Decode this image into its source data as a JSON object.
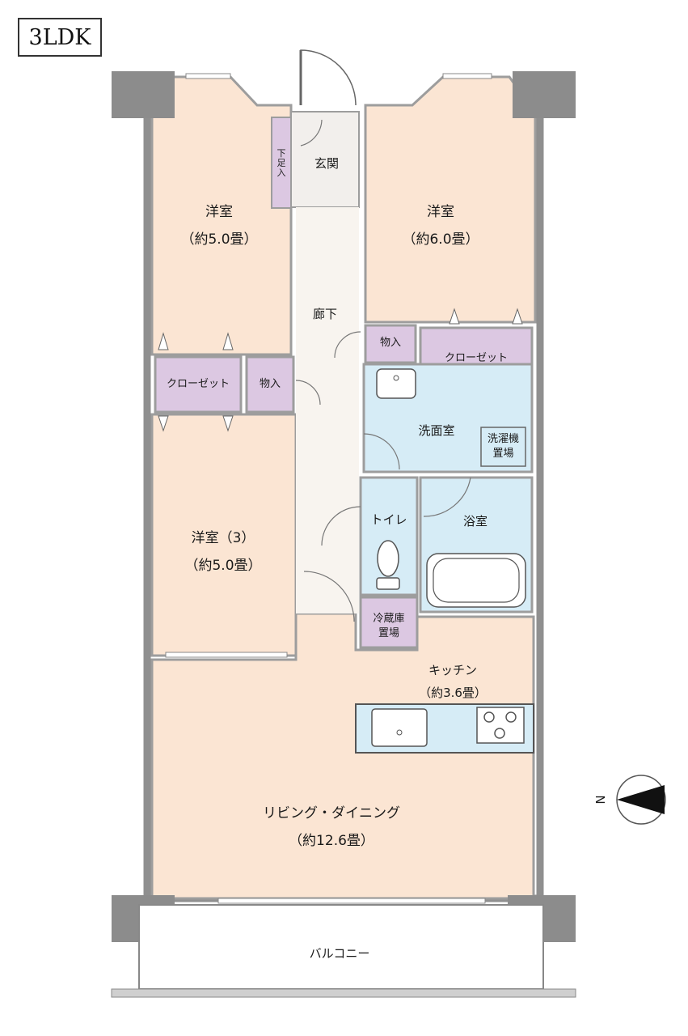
{
  "layout_type": "3LDK",
  "compass": {
    "label": "N"
  },
  "rooms": {
    "genkan": "玄関",
    "getabako": "下足入",
    "western_room_1": {
      "name": "洋室",
      "size": "（約5.0畳）"
    },
    "western_room_2": {
      "name": "洋室",
      "size": "（約6.0畳）"
    },
    "western_room_3": {
      "name": "洋室（3）",
      "size": "（約5.0畳）"
    },
    "corridor": "廊下",
    "storage_1": "物入",
    "storage_2": "物入",
    "closet_1": "クローゼット",
    "closet_2": "クローゼット",
    "washroom": "洗面室",
    "washing_machine": [
      "洗濯機",
      "置場"
    ],
    "toilet": "トイレ",
    "bathroom": "浴室",
    "fridge": [
      "冷蔵庫",
      "置場"
    ],
    "kitchen": {
      "name": "キッチン",
      "size": "（約3.6畳）"
    },
    "living": {
      "name": "リビング・ダイニング",
      "size": "（約12.6畳）"
    },
    "balcony": "バルコニー"
  },
  "colors": {
    "room_fill": "#fbe5d3",
    "wet_fill": "#d6ecf6",
    "closet_fill": "#dcc8e2",
    "hall_fill": "#f8f4ef",
    "wall": "#9d9d9d",
    "pillar": "#8c8c8c"
  }
}
